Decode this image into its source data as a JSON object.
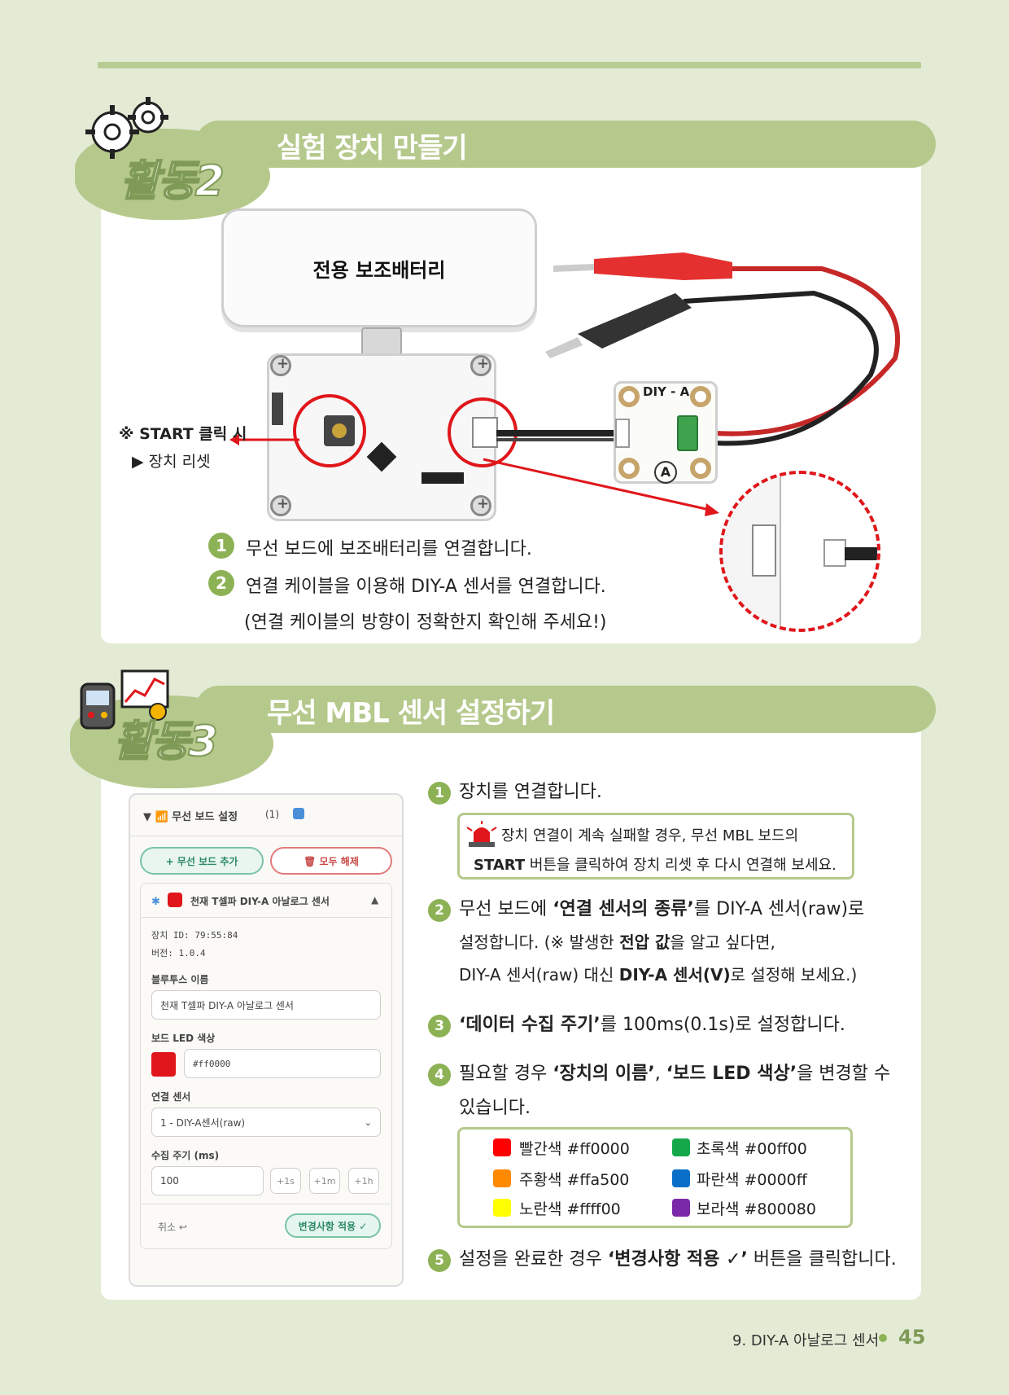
{
  "activity2": {
    "label": "활동2",
    "title": "실험 장치 만들기",
    "battery_label": "전용 보조배터리",
    "sensor_label": "DIY - A",
    "sensor_sub": "A",
    "start_note_1": "※ START 클릭 시",
    "start_note_2": "▶ 장치 리셋",
    "steps": [
      {
        "num": "1",
        "text": "무선 보드에 보조배터리를 연결합니다."
      },
      {
        "num": "2",
        "text": "연결 케이블을 이용해 DIY-A 센서를 연결합니다."
      }
    ],
    "step2_note": "(연결 케이블의 방향이 정확한지 확인해 주세요!)"
  },
  "activity3": {
    "label": "활동3",
    "title": "무선 MBL 센서 설정하기",
    "card": {
      "header": "▼ 📶 무선 보드 설정",
      "count": "(1)",
      "add_button": "+ 무선 보드 추가",
      "clear_button": "🗑 모두 해제",
      "device_title": "천재 T셀파 DIY-A 아날로그 센서",
      "device_id": "장치 ID: 79:55:84",
      "version": "버전: 1.0.4",
      "bt_name_label": "블루투스 이름",
      "bt_name_value": "천재 T셀파 DIY-A 아날로그 센서",
      "led_label": "보드 LED 색상",
      "led_value": "#ff0000",
      "sensor_label": "연결 센서",
      "sensor_value": "1 - DIY-A센서(raw)",
      "period_label": "수집 주기 (ms)",
      "period_value": "100",
      "btn_1s": "+1s",
      "btn_1m": "+1m",
      "btn_1h": "+1h",
      "cancel": "취소 ↩",
      "apply": "변경사항 적용 ✓"
    },
    "step1": "장치를 연결합니다.",
    "warning_1": "장치 연결이 계속 실패할 경우, 무선 MBL 보드의",
    "warning_2_bold": "START",
    "warning_2": " 버튼을 클릭하여 장치 리셋 후 다시 연결해 보세요.",
    "step2_a": "무선 보드에 ",
    "step2_b": "‘연결 센서의 종류’",
    "step2_c": "를 DIY-A 센서(raw)로",
    "step2_d": "설정합니다. (※ 발생한 ",
    "step2_e": "전압 값",
    "step2_f": "을 알고 싶다면,",
    "step2_g": "DIY-A 센서(raw) 대신 ",
    "step2_h": "DIY-A 센서(V)",
    "step2_i": "로 설정해 보세요.)",
    "step3_a": "‘데이터 수집 주기’",
    "step3_b": "를 100ms(0.1s)로 설정합니다.",
    "step4_a": "필요할 경우 ",
    "step4_b": "‘장치의 이름’",
    "step4_c": ", ",
    "step4_d": "‘보드 LED 색상’",
    "step4_e": "을 변경할 수",
    "step4_f": "있습니다.",
    "colors": [
      {
        "name": "빨간색 #ff0000",
        "hex": "#ff0000"
      },
      {
        "name": "초록색 #00ff00",
        "hex": "#14a84a"
      },
      {
        "name": "주황색 #ffa500",
        "hex": "#ff8a00"
      },
      {
        "name": "파란색 #0000ff",
        "hex": "#0a6fc8"
      },
      {
        "name": "노란색 #ffff00",
        "hex": "#ffff00"
      },
      {
        "name": "보라색 #800080",
        "hex": "#7a2aa8"
      }
    ],
    "step5_a": "설정을 완료한 경우 ",
    "step5_b": "‘변경사항 적용 ✓’",
    "step5_c": " 버튼을 클릭합니다."
  },
  "footer": {
    "chapter": "9. DIY-A 아날로그 센서",
    "page": "45"
  }
}
